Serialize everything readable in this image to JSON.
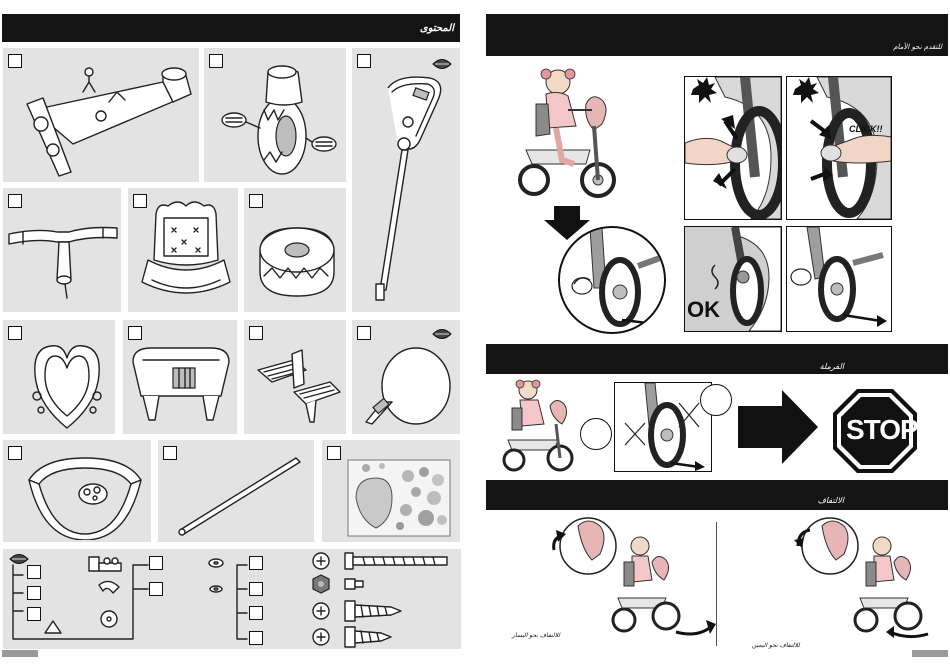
{
  "left_page": {
    "header": {
      "title": "المحتوى"
    },
    "panels": [
      {
        "id": "handlebar-frame"
      },
      {
        "id": "front-wheel-fork"
      },
      {
        "id": "push-handle"
      },
      {
        "id": "handlebar"
      },
      {
        "id": "seat"
      },
      {
        "id": "rear-wheel"
      },
      {
        "id": "seat-back-decor"
      },
      {
        "id": "basket"
      },
      {
        "id": "footrest"
      },
      {
        "id": "canopy"
      },
      {
        "id": "safety-ring"
      },
      {
        "id": "axle-rod"
      },
      {
        "id": "sticker-sheet"
      },
      {
        "id": "hardware"
      }
    ]
  },
  "right_page": {
    "sections": [
      {
        "id": "forward",
        "title": "للتقدم نحو الأمام",
        "click_label": "CLICK!!",
        "ok_label": "OK"
      },
      {
        "id": "brake",
        "title": "الفرملة",
        "stop_label": "STOP"
      },
      {
        "id": "turning",
        "title": "الالتفاف",
        "left_caption": "للالتفاف نحو اليسار",
        "right_caption": "للالتفاف نحو اليمين"
      }
    ]
  },
  "colors": {
    "header_bg": "#141414",
    "panel_bg": "#e3e3e3",
    "stop_red": "#c62828",
    "arrow_black": "#111111"
  }
}
